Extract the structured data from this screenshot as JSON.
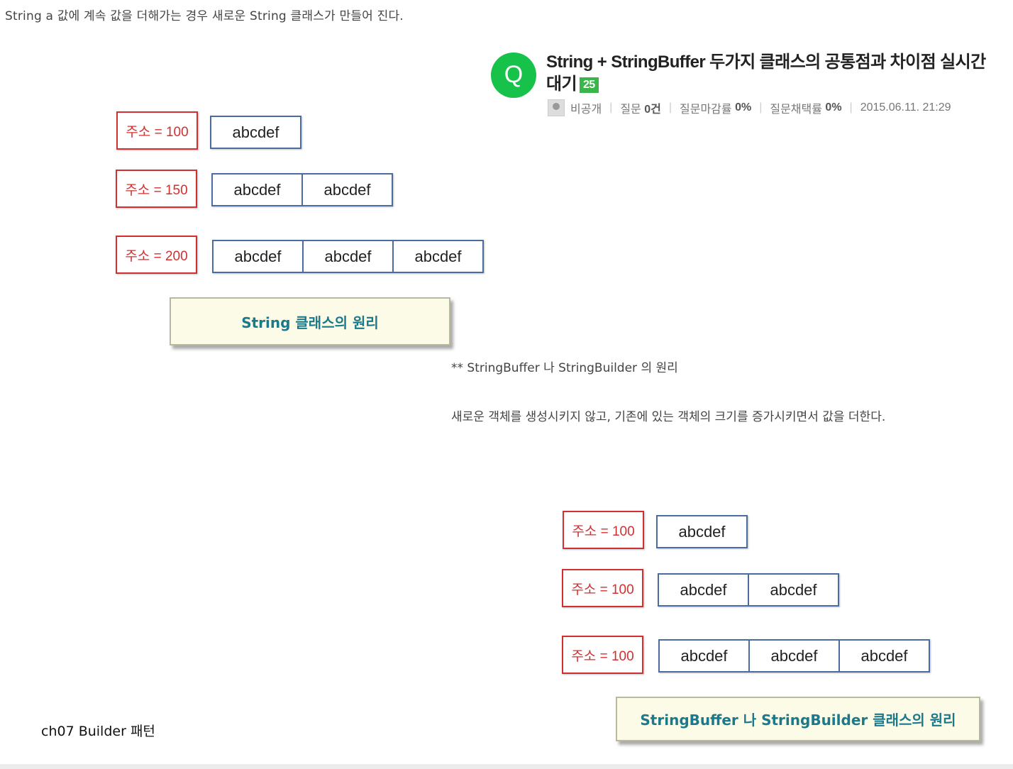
{
  "intro_text": "String a 값에 계속 값을 더해가는 경우 새로운 String 클래스가 만들어 진다.",
  "question": {
    "icon": "Q",
    "title": "String + StringBuffer 두가지 클래스의 공통점과 차이점 실시간대기",
    "badge": "25",
    "author": "비공개",
    "questions_label": "질문",
    "questions_value": "0건",
    "close_rate_label": "질문마감률",
    "close_rate_value": "0%",
    "adopt_rate_label": "질문채택률",
    "adopt_rate_value": "0%",
    "date": "2015.06.11. 21:29"
  },
  "diagram1": {
    "rows": [
      {
        "address": "주소 = 100",
        "cells": [
          "abcdef"
        ]
      },
      {
        "address": "주소 = 150",
        "cells": [
          "abcdef",
          "abcdef"
        ]
      },
      {
        "address": "주소 = 200",
        "cells": [
          "abcdef",
          "abcdef",
          "abcdef"
        ]
      }
    ],
    "caption": "String 클래스의 원리"
  },
  "section2": {
    "heading": "** StringBuffer 나 StringBuilder 의 원리",
    "description": "새로운 객체를 생성시키지 않고, 기존에 있는 객체의 크기를 증가시키면서 값을 더한다."
  },
  "diagram2": {
    "rows": [
      {
        "address": "주소 = 100",
        "cells": [
          "abcdef"
        ]
      },
      {
        "address": "주소 = 100",
        "cells": [
          "abcdef",
          "abcdef"
        ]
      },
      {
        "address": "주소 = 100",
        "cells": [
          "abcdef",
          "abcdef",
          "abcdef"
        ]
      }
    ],
    "caption": "StringBuffer 나  StringBuilder 클래스의 원리"
  },
  "footer_text": "ch07 Builder 패턴",
  "colors": {
    "address_border": "#d23030",
    "cell_border": "#4b6c9e",
    "caption_text": "#1a7a8c",
    "q_icon": "#16c24a",
    "badge": "#3ab54a"
  }
}
